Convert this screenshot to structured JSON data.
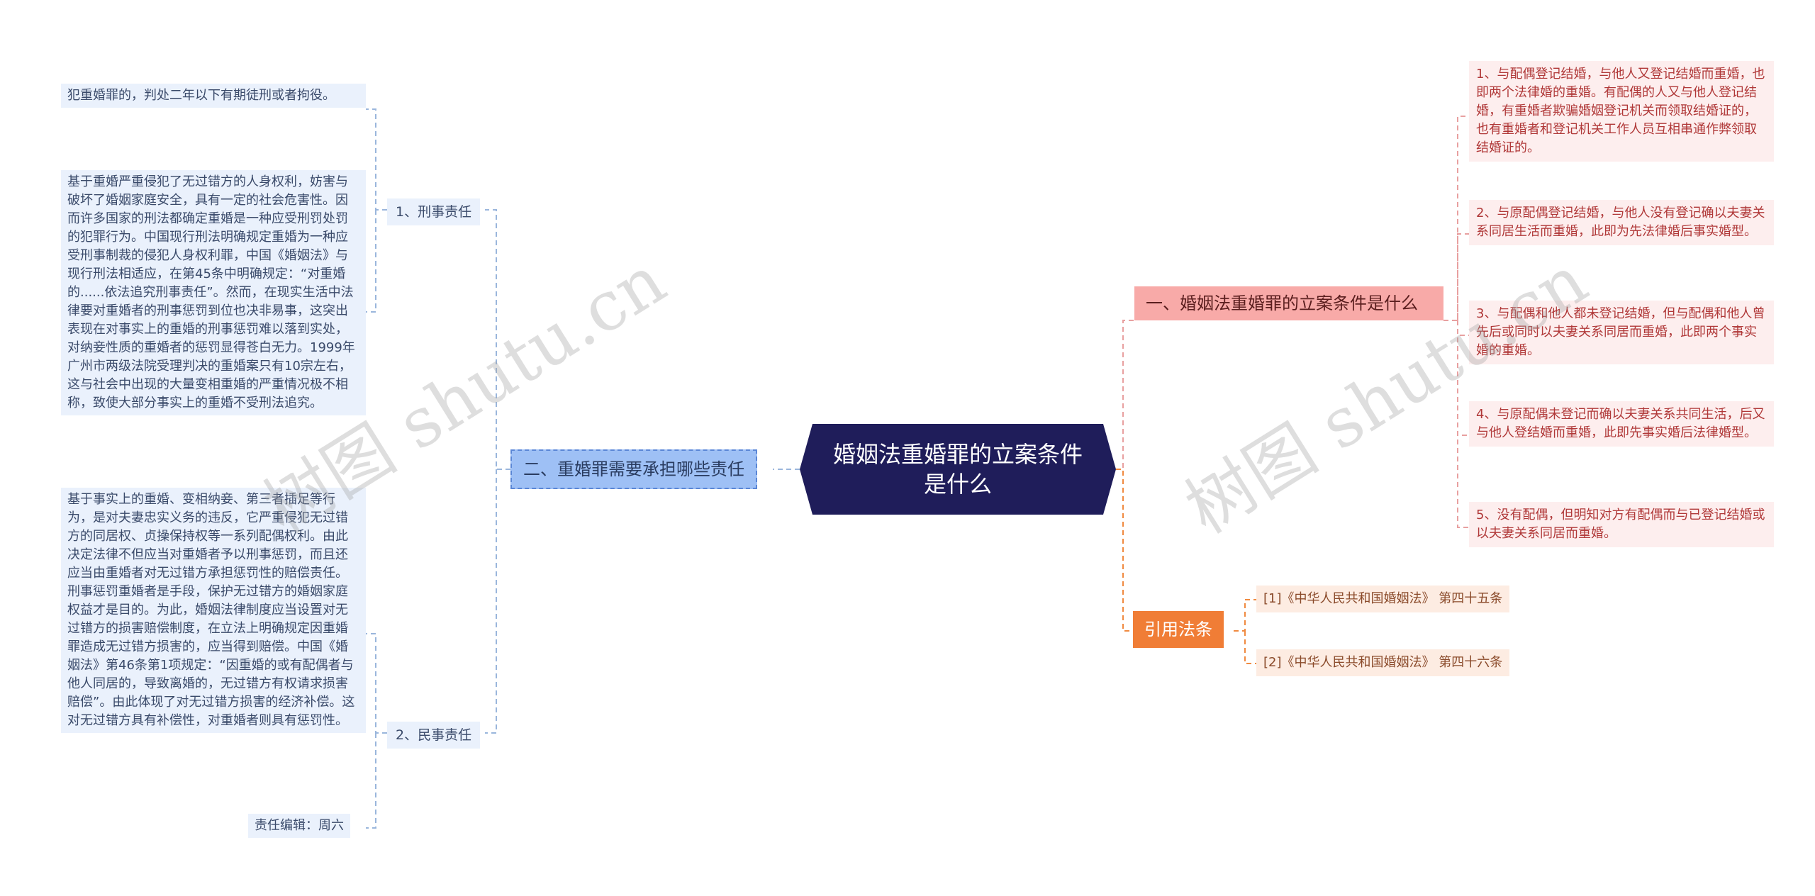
{
  "root": {
    "title": "婚姻法重婚罪的立案条件是什么"
  },
  "left_branch": {
    "label": "二、重婚罪需要承担哪些责任",
    "children": [
      {
        "label": "1、刑事责任",
        "leaves": [
          "犯重婚罪的，判处二年以下有期徒刑或者拘役。",
          "基于重婚严重侵犯了无过错方的人身权利，妨害与破坏了婚姻家庭安全，具有一定的社会危害性。因而许多国家的刑法都确定重婚是一种应受刑罚处罚的犯罪行为。中国现行刑法明确规定重婚为一种应受刑事制裁的侵犯人身权利罪，中国《婚姻法》与现行刑法相适应，在第45条中明确规定：“对重婚的......依法追究刑事责任”。然而，在现实生活中法律要对重婚者的刑事惩罚到位也决非易事，这突出表现在对事实上的重婚的刑事惩罚难以落到实处，对纳妾性质的重婚者的惩罚显得苍白无力。1999年广州市两级法院受理判决的重婚案只有10宗左右，这与社会中出现的大量变相重婚的严重情况极不相称，致使大部分事实上的重婚不受刑法追究。"
        ]
      },
      {
        "label": "2、民事责任",
        "leaves": [
          "基于事实上的重婚、变相纳妾、第三者插足等行为，是对夫妻忠实义务的违反，它严重侵犯无过错方的同居权、贞操保持权等一系列配偶权利。由此决定法律不但应当对重婚者予以刑事惩罚，而且还应当由重婚者对无过错方承担惩罚性的赔偿责任。刑事惩罚重婚者是手段，保护无过错方的婚姻家庭权益才是目的。为此，婚姻法律制度应当设置对无过错方的损害赔偿制度，在立法上明确规定因重婚罪造成无过错方损害的，应当得到赔偿。中国《婚姻法》第46条第1项规定：“因重婚的或有配偶者与他人同居的，导致离婚的，无过错方有权请求损害赔偿”。由此体现了对无过错方损害的经济补偿。这对无过错方具有补偿性，对重婚者则具有惩罚性。",
          "责任编辑：周六"
        ]
      }
    ]
  },
  "right_branch_1": {
    "label": "一、婚姻法重婚罪的立案条件是什么",
    "leaves": [
      "1、与配偶登记结婚，与他人又登记结婚而重婚，也即两个法律婚的重婚。有配偶的人又与他人登记结婚，有重婚者欺骗婚姻登记机关而领取结婚证的，也有重婚者和登记机关工作人员互相串通作弊领取结婚证的。",
      "2、与原配偶登记结婚，与他人没有登记确以夫妻关系同居生活而重婚，此即为先法律婚后事实婚型。",
      "3、与配偶和他人都未登记结婚，但与配偶和他人曾先后或同时以夫妻关系同居而重婚，此即两个事实婚的重婚。",
      "4、与原配偶未登记而确以夫妻关系共同生活，后又与他人登结婚而重婚，此即先事实婚后法律婚型。",
      "5、没有配偶，但明知对方有配偶而与已登记结婚或以夫妻关系同居而重婚。"
    ]
  },
  "right_branch_2": {
    "label": "引用法条",
    "leaves": [
      "[1]《中华人民共和国婚姻法》 第四十五条",
      "[2]《中华人民共和国婚姻法》 第四十六条"
    ]
  },
  "watermarks": [
    "树图 shutu.cn",
    "树图 shutu.cn"
  ],
  "colors": {
    "root": "#1f1d5a",
    "left_branch": "#9ec0f5",
    "right_branch_1": "#f8aaa8",
    "right_branch_2": "#f07d36",
    "line_blue": "#9ab6dc",
    "line_red": "#e8a0a0",
    "line_orange": "#f08a40"
  }
}
